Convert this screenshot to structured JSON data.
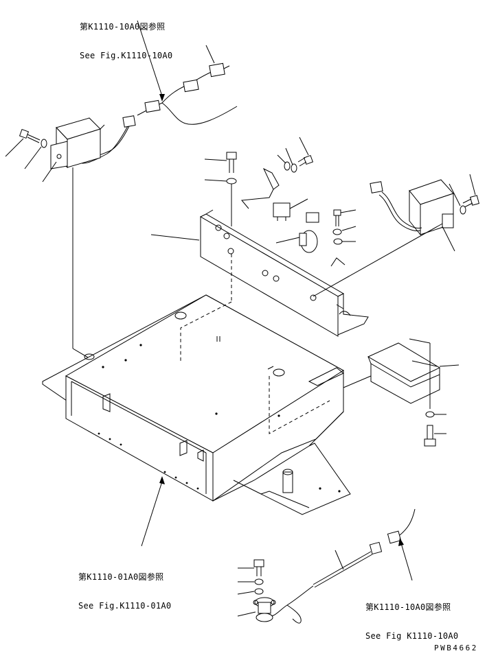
{
  "references": {
    "top": {
      "jp": "第K1110-10A0図参照",
      "en": "See Fig.K1110-10A0"
    },
    "bottom_left": {
      "jp": "第K1110-01A0図参照",
      "en": "See Fig.K1110-01A0"
    },
    "bottom_right": {
      "jp": "第K1110-10A0図参照",
      "en": "See Fig K1110-10A0"
    }
  },
  "drawing_code": "PWB4662",
  "parts": [
    "controller-left",
    "bolt-left",
    "washer-left",
    "harness-connectors",
    "bracket-plate",
    "relay",
    "buzzer",
    "bolt-center",
    "washer-center",
    "controller-right",
    "bolt-right",
    "washer-right",
    "floor-frame",
    "cover-box",
    "bolt-cover",
    "washer-cover",
    "sensor-harness",
    "sensor-switch",
    "bolt-sensor",
    "washer-sensor"
  ]
}
